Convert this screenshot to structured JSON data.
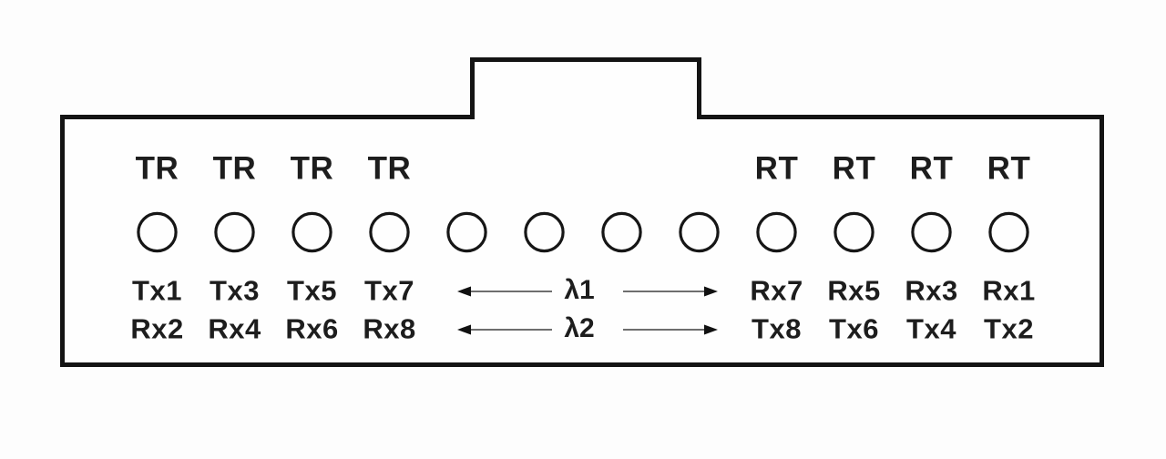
{
  "diagram": {
    "title": "transceiver-port-map",
    "colors": {
      "outline": "#141414",
      "port_stroke": "#161616",
      "text": "#1d1d1d",
      "arrow_shaft": "#6e6e6e",
      "arrow_head": "#111111",
      "background": "#fdfdfd"
    },
    "ports_count": 12,
    "left_group": {
      "top_labels": [
        "TR",
        "TR",
        "TR",
        "TR"
      ],
      "row1_labels": [
        "Tx1",
        "Tx3",
        "Tx5",
        "Tx7"
      ],
      "row2_labels": [
        "Rx2",
        "Rx4",
        "Rx6",
        "Rx8"
      ]
    },
    "right_group": {
      "top_labels": [
        "RT",
        "RT",
        "RT",
        "RT"
      ],
      "row1_labels": [
        "Rx7",
        "Rx5",
        "Rx3",
        "Rx1"
      ],
      "row2_labels": [
        "Tx8",
        "Tx6",
        "Tx4",
        "Tx2"
      ]
    },
    "wavelengths": [
      {
        "label": "λ1"
      },
      {
        "label": "λ2"
      }
    ]
  }
}
